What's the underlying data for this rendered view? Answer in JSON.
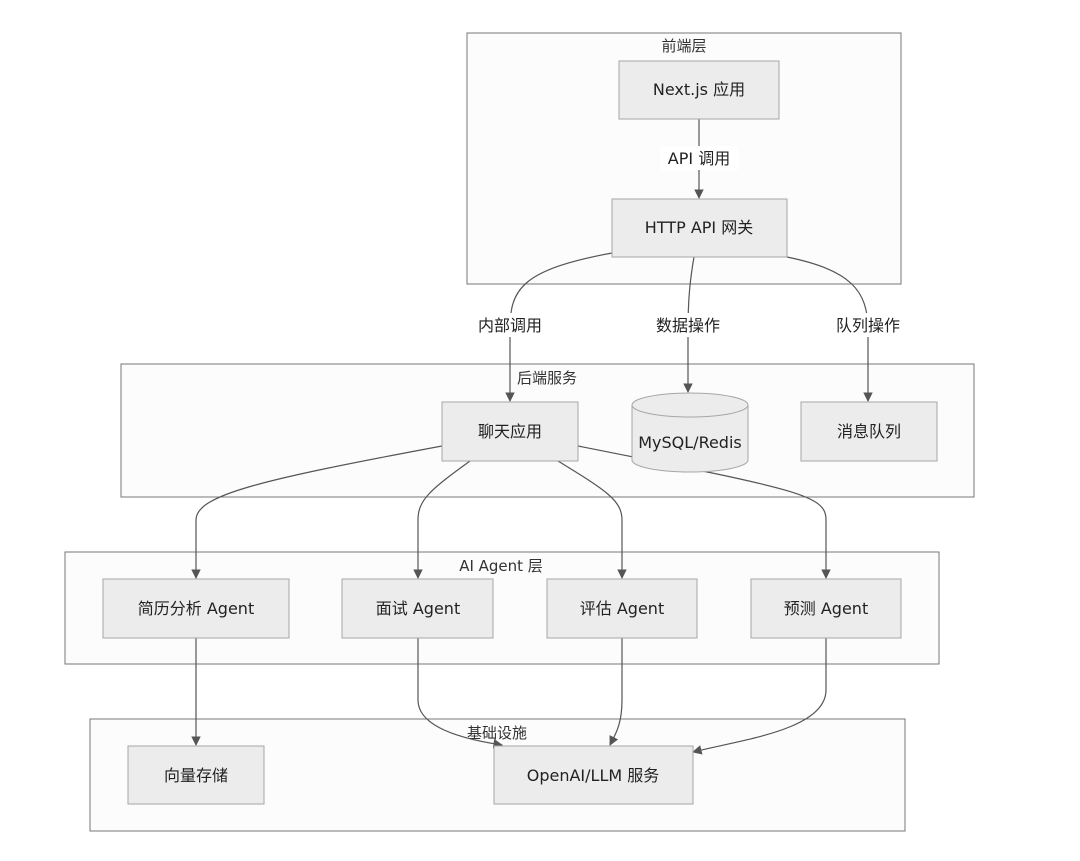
{
  "clusters": {
    "frontend": {
      "title": "前端层"
    },
    "backend": {
      "title": "后端服务"
    },
    "agents": {
      "title": "AI Agent 层"
    },
    "infra": {
      "title": "基础设施"
    }
  },
  "nodes": {
    "nextjs": {
      "label": "Next.js 应用"
    },
    "gateway": {
      "label": "HTTP API 网关"
    },
    "chat": {
      "label": "聊天应用"
    },
    "db": {
      "label": "MySQL/Redis"
    },
    "mq": {
      "label": "消息队列"
    },
    "resume_agent": {
      "label": "简历分析 Agent"
    },
    "interview_agent": {
      "label": "面试 Agent"
    },
    "eval_agent": {
      "label": "评估 Agent"
    },
    "predict_agent": {
      "label": "预测 Agent"
    },
    "vector": {
      "label": "向量存储"
    },
    "llm": {
      "label": "OpenAI/LLM 服务"
    }
  },
  "edges": {
    "api_call": {
      "label": "API 调用"
    },
    "internal_call": {
      "label": "内部调用"
    },
    "data_op": {
      "label": "数据操作"
    },
    "queue_op": {
      "label": "队列操作"
    }
  },
  "colors": {
    "cluster_fill": "#fcfcfc",
    "cluster_stroke": "#777777",
    "node_fill": "#ececec",
    "node_stroke": "#a6a6a6",
    "edge": "#555555"
  }
}
